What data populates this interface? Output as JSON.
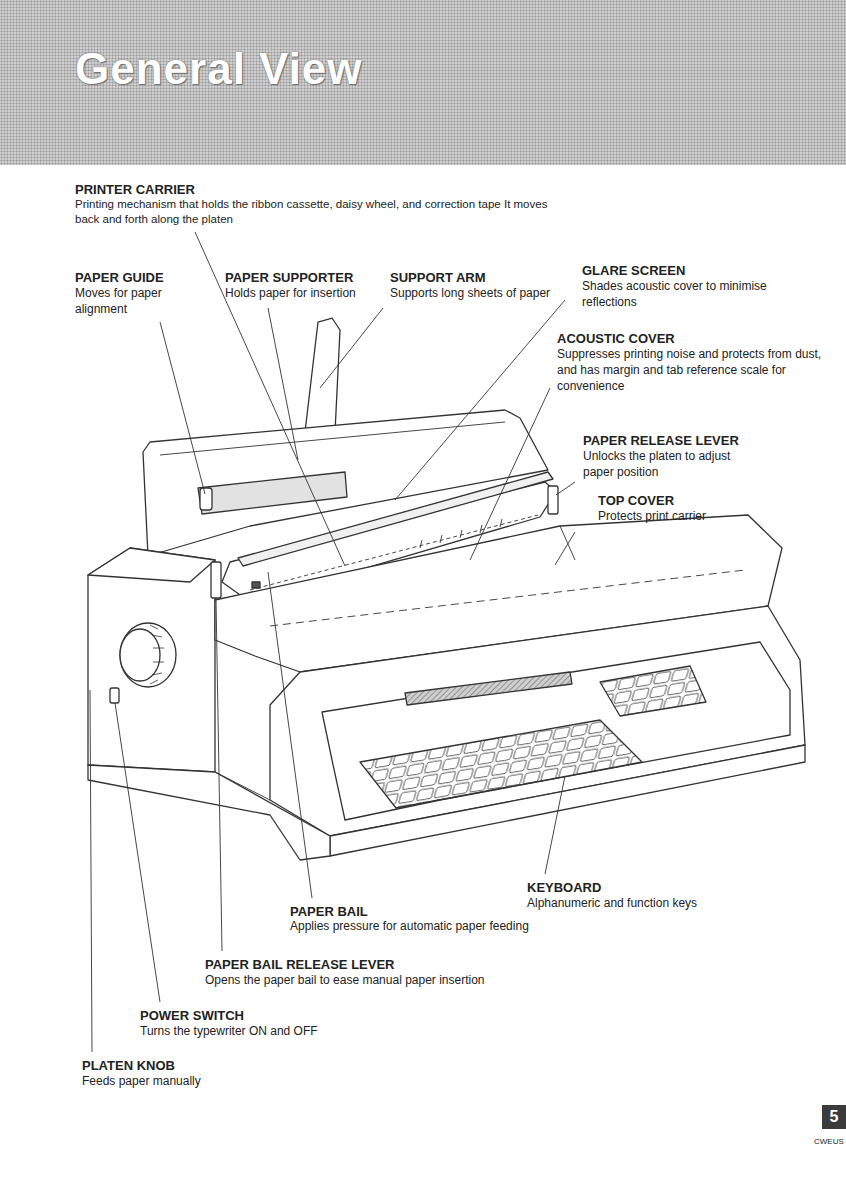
{
  "diagram": {
    "title": "General View",
    "nodes": [
      {
        "text": [
          "5"
        ]
      }
    ],
    "labels": [
      "PRINTER CARRIER",
      "Printing mechanism that holds the ribbon cassette, daisy wheel, and correction tape It moves back and forth along the platen",
      "PAPER GUIDE",
      "Moves for paper alignment",
      "PAPER SUPPORTER",
      "Holds paper for insertion",
      "SUPPORT ARM",
      "Supports long sheets of paper",
      "GLARE SCREEN",
      "Shades acoustic cover to minimise reflections",
      "ACOUSTIC COVER",
      "Suppresses printing noise and protects from dust, and has margin and tab reference scale for convenience",
      "PAPER RELEASE LEVER",
      "Unlocks the platen to adjust paper position",
      "TOP COVER",
      "Protects print carrier",
      "KEYBOARD",
      "Alphanumeric and function keys",
      "PAPER BAIL",
      "Applies pressure for automatic paper feeding",
      "PAPER BAIL RELEASE LEVER",
      "Opens the paper bail to ease manual paper insertion",
      "POWER SWITCH",
      "Turns the typewriter ON and OFF",
      "PLATEN KNOB",
      "Feeds paper manually",
      "CWEUS"
    ]
  }
}
